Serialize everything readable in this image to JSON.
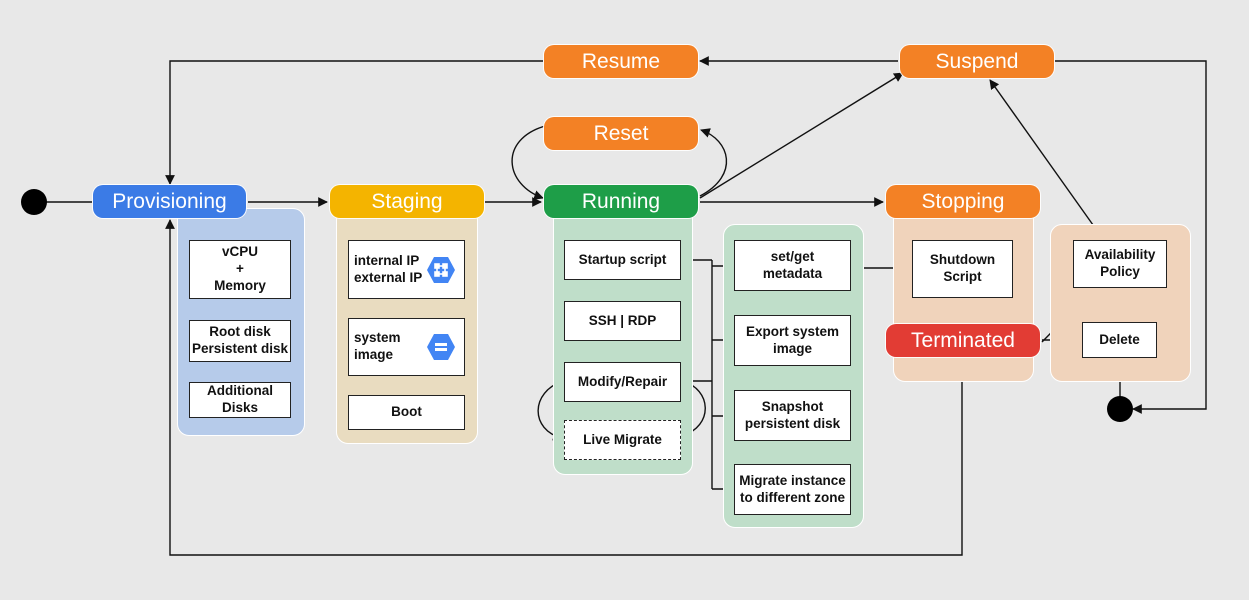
{
  "states": {
    "provisioning": "Provisioning",
    "staging": "Staging",
    "running": "Running",
    "stopping": "Stopping",
    "terminated": "Terminated",
    "resume": "Resume",
    "suspend": "Suspend",
    "reset": "Reset"
  },
  "provisioning_steps": [
    "vCPU\n+\nMemory",
    "Root disk\nPersistent disk",
    "Additional\nDisks"
  ],
  "staging_steps": [
    "internal IP\nexternal IP",
    "system\nimage",
    "Boot"
  ],
  "running_steps": [
    "Startup script",
    "SSH | RDP",
    "Modify/Repair",
    "Live Migrate"
  ],
  "operations": [
    "set/get\nmetadata",
    "Export system\nimage",
    "Snapshot\npersistent disk",
    "Migrate instance\nto different zone"
  ],
  "stopping_steps": [
    "Shutdown\nScript"
  ],
  "terminated_actions": [
    "Availability\nPolicy",
    "Delete"
  ],
  "icons": [
    "network-icon",
    "image-icon"
  ],
  "colors": {
    "provisioning": "#3b7be6",
    "staging": "#f4b400",
    "running": "#1e9e48",
    "orange_state": "#f38125",
    "terminated": "#e23c34",
    "provisioning_panel": "#b6cbea",
    "staging_panel": "#e9dcc0",
    "running_panel": "#bfdec9",
    "stopping_panel": "#f0d3bb"
  }
}
